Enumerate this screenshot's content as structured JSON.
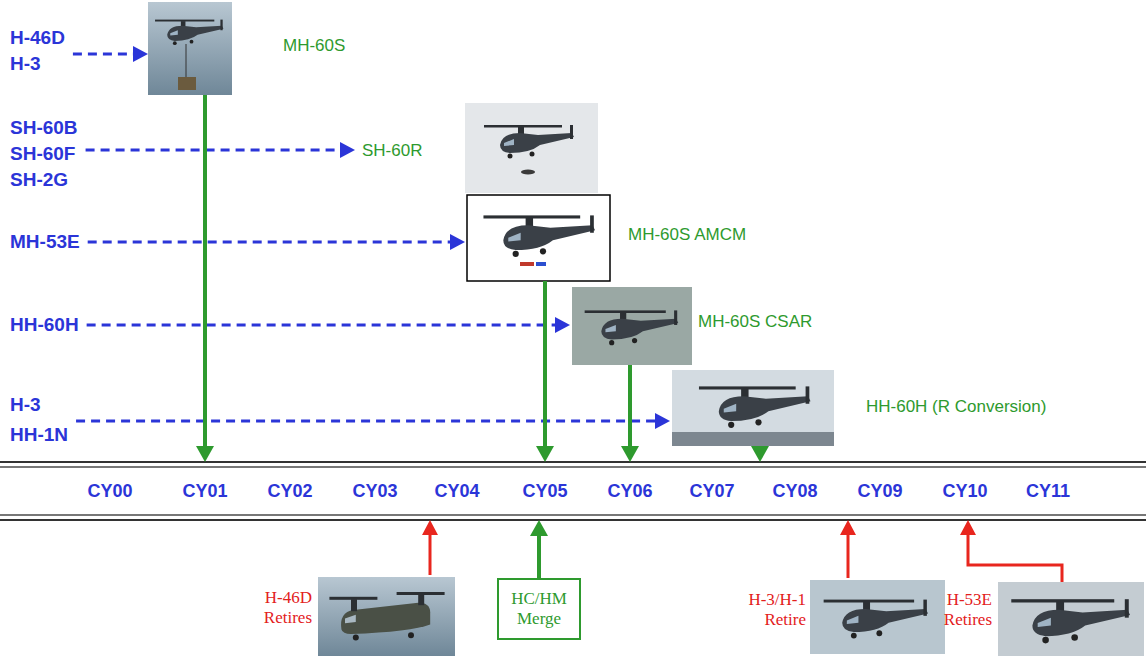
{
  "diagram": {
    "nodes": [
      {
        "text": [
          "H-46D",
          "H-3"
        ]
      },
      {
        "text": [
          "MH-60S"
        ]
      },
      {
        "text": [
          "SH-60B",
          "SH-60F",
          "SH-2G"
        ]
      },
      {
        "text": [
          "SH-60R"
        ]
      },
      {
        "text": [
          "MH-53E"
        ]
      },
      {
        "text": [
          "MH-60S AMCM"
        ]
      },
      {
        "text": [
          "HH-60H"
        ]
      },
      {
        "text": [
          "MH-60S CSAR"
        ]
      },
      {
        "text": [
          "H-3",
          "HH-1N"
        ]
      },
      {
        "text": [
          "HH-60H (R Conversion)"
        ]
      },
      {
        "text": [
          "CY00",
          "CY01",
          "CY02",
          "CY03",
          "CY04",
          "CY05",
          "CY06",
          "CY07",
          "CY08",
          "CY09",
          "CY10",
          "CY11"
        ]
      },
      {
        "text": [
          "H-46D Retires"
        ]
      },
      {
        "text": [
          "HC/HM Merge"
        ]
      },
      {
        "text": [
          "H-3/H-1 Retire"
        ]
      },
      {
        "text": [
          "H-53E Retires"
        ]
      }
    ],
    "edges": [
      {
        "from": 0,
        "to": 1,
        "arrow": "to"
      },
      {
        "from": 2,
        "to": 3,
        "arrow": "to"
      },
      {
        "from": 4,
        "to": 5,
        "arrow": "to"
      },
      {
        "from": 6,
        "to": 7,
        "arrow": "to"
      },
      {
        "from": 8,
        "to": 9,
        "arrow": "to"
      },
      {
        "from": 1,
        "to": 10,
        "arrow": "to"
      },
      {
        "from": 5,
        "to": 10,
        "arrow": "to"
      },
      {
        "from": 7,
        "to": 10,
        "arrow": "to"
      },
      {
        "from": 9,
        "to": 10,
        "arrow": "to"
      },
      {
        "from": 11,
        "to": 10,
        "arrow": "to"
      },
      {
        "from": 12,
        "to": 10,
        "arrow": "to"
      },
      {
        "from": 13,
        "to": 10,
        "arrow": "to"
      },
      {
        "from": 14,
        "to": 10,
        "arrow": "to"
      }
    ]
  }
}
